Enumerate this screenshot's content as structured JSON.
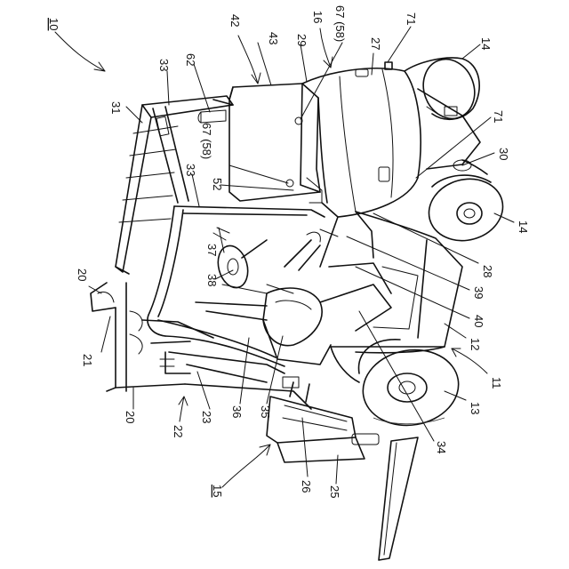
{
  "figure": {
    "labels": [
      {
        "id": "10",
        "text": "10"
      },
      {
        "id": "15",
        "text": "15"
      },
      {
        "id": "42",
        "text": "42"
      },
      {
        "id": "43",
        "text": "43"
      },
      {
        "id": "29",
        "text": "29"
      },
      {
        "id": "16",
        "text": "16"
      },
      {
        "id": "67_58_top",
        "text": "67 (58)"
      },
      {
        "id": "27",
        "text": "27"
      },
      {
        "id": "71_top",
        "text": "71"
      },
      {
        "id": "14_top",
        "text": "14"
      },
      {
        "id": "33_top",
        "text": "33"
      },
      {
        "id": "62",
        "text": "62"
      },
      {
        "id": "31",
        "text": "31"
      },
      {
        "id": "71_mid",
        "text": "71"
      },
      {
        "id": "30",
        "text": "30"
      },
      {
        "id": "67_58_mid",
        "text": "67 (58)"
      },
      {
        "id": "33_mid",
        "text": "33"
      },
      {
        "id": "52",
        "text": "52"
      },
      {
        "id": "14_bottom",
        "text": "14"
      },
      {
        "id": "28",
        "text": "28"
      },
      {
        "id": "37",
        "text": "37"
      },
      {
        "id": "39",
        "text": "39"
      },
      {
        "id": "20_top",
        "text": "20"
      },
      {
        "id": "38",
        "text": "38"
      },
      {
        "id": "40",
        "text": "40"
      },
      {
        "id": "21",
        "text": "21"
      },
      {
        "id": "12",
        "text": "12"
      },
      {
        "id": "11",
        "text": "11"
      },
      {
        "id": "36",
        "text": "36"
      },
      {
        "id": "35",
        "text": "35"
      },
      {
        "id": "13",
        "text": "13"
      },
      {
        "id": "20_bottom",
        "text": "20"
      },
      {
        "id": "22",
        "text": "22"
      },
      {
        "id": "23",
        "text": "23"
      },
      {
        "id": "34",
        "text": "34"
      },
      {
        "id": "26",
        "text": "26"
      },
      {
        "id": "25",
        "text": "25"
      }
    ]
  }
}
